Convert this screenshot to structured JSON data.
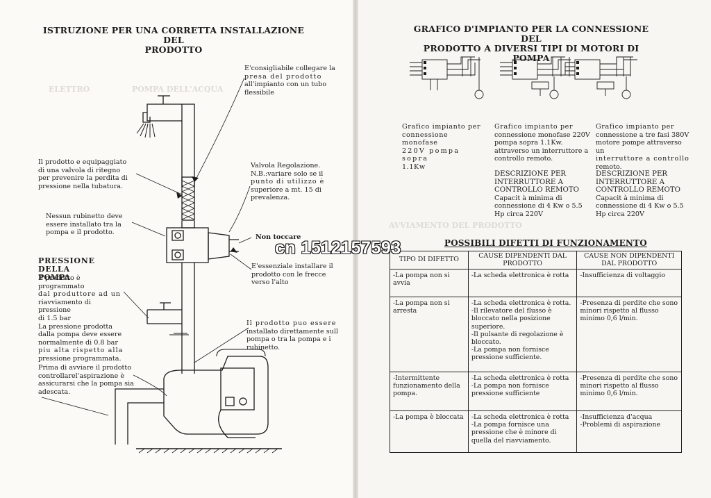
{
  "watermark": "cn 1512157593",
  "left": {
    "title_line1": "ISTRUZIONE PER UNA CORRETTA INSTALLAZIONE DEL",
    "title_line2": "PRODOTTO",
    "note_connect": [
      "E'consigliabile collegare la",
      "presa del prodotto",
      "all'impianto con un tubo",
      "flessibile"
    ],
    "note_valve": [
      "Il prodotto e equipaggiato",
      "di una valvola di ritegno",
      "per prevenire la perdita di",
      "pressione nella tubatura."
    ],
    "note_regulation": [
      "Valvola Regolazione.",
      "N.B.:variare solo se il",
      "punto di utilizzo è",
      "superiore a mt. 15 di",
      "prevalenza."
    ],
    "note_tap": [
      "Nessun rubinetto deve",
      "essere installato tra la",
      "pompa e il prodotto."
    ],
    "note_donttouch": "Non toccare",
    "pressure_heading": [
      "PRESSIONE DELLA",
      "POMPA"
    ],
    "pressure_text": [
      "Il prodotto è programmato",
      "dal produttore ad un",
      "riavviamento di pressione",
      "di 1.5 bar",
      "La pressione prodotta",
      "dalla pompa deve essere",
      "normalmente di 0.8 bar",
      "piu alta rispetto alla",
      "pressione programmata."
    ],
    "note_arrows": [
      "E'essenziale installare il",
      "prodotto con le frecce",
      "verso l'alto"
    ],
    "note_install": [
      "Il prodotto puo essere",
      "installato direttamente sull",
      "pompa o tra la pompa e i",
      "rubinetto."
    ],
    "note_priming": [
      "Prima di avviare il prodotto",
      "controllarel'aspirazione è",
      "assicurarsi che la pompa sia",
      "adescata."
    ]
  },
  "right": {
    "title_line1": "GRAFICO D'IMPIANTO PER LA CONNESSIONE DEL",
    "title_line2": "PRODOTTO A DIVERSI TIPI DI MOTORI DI POMPA",
    "col1": [
      "Grafico impianto per",
      "connessione monofase",
      "220V pompa sopra",
      "1.1Kw"
    ],
    "col2": [
      "Grafico impianto per",
      "connessione monofase 220V",
      "pompa sopra 1.1Kw.",
      "attraverso un interruttore a",
      "controllo remoto."
    ],
    "col2_desc": [
      "DESCRIZIONE PER",
      "INTERRUTTORE A",
      "CONTROLLO REMOTO",
      "Capacit à minima di",
      "connessione di 4 Kw o 5.5",
      "Hp circa 220V"
    ],
    "col3": [
      "Grafico impianto per",
      "connessione a tre fasi 380V",
      "motore pompe attraverso un",
      "interruttore a controllo",
      "remoto."
    ],
    "col3_desc": [
      "DESCRIZIONE PER",
      "INTERRUTTORE A",
      "CONTROLLO REMOTO",
      "Capacit à minima di",
      "connessione di 4 Kw o 5.5",
      "Hp circa 220V"
    ],
    "table_title": "POSSIBILI DIFETTI DI FUNZIONAMENTO",
    "table": {
      "headers": [
        "TIPO DI DIFETTO",
        "CAUSE DIPENDENTI DAL PRODOTTO",
        "CAUSE NON DIPENDENTI DAL PRODOTTO"
      ],
      "rows": [
        [
          "-La pompa non si avvia",
          "-La scheda elettronica è rotta",
          "-Insufficienza di voltaggio"
        ],
        [
          "-La pompa non si arresta",
          "-La scheda elettronica è rotta.\n-Il rilevatore del flusso è bloccato nella posizione superiore.\n-Il pulsante di regolazione è bloccato.\n-La pompa non fornisce pressione sufficiente.",
          "-Presenza di perdite che sono minori rispetto al flusso minimo 0,6 l/min."
        ],
        [
          "-Intermittente funzionamento della pompa.",
          "-La scheda elettronica è rotta\n-La pompa non fornisce pressione sufficiente",
          "-Presenza di perdite che sono minori rispetto al flusso minimo 0,6 l/min."
        ],
        [
          "-La pompa è bloccata",
          "-La scheda elettronica è rotta\n-La pompa fornisce una pressione che è minore di quella del riavviamento.",
          "-Insufficienza d'acqua\n-Problemi di aspirazione"
        ]
      ]
    }
  }
}
